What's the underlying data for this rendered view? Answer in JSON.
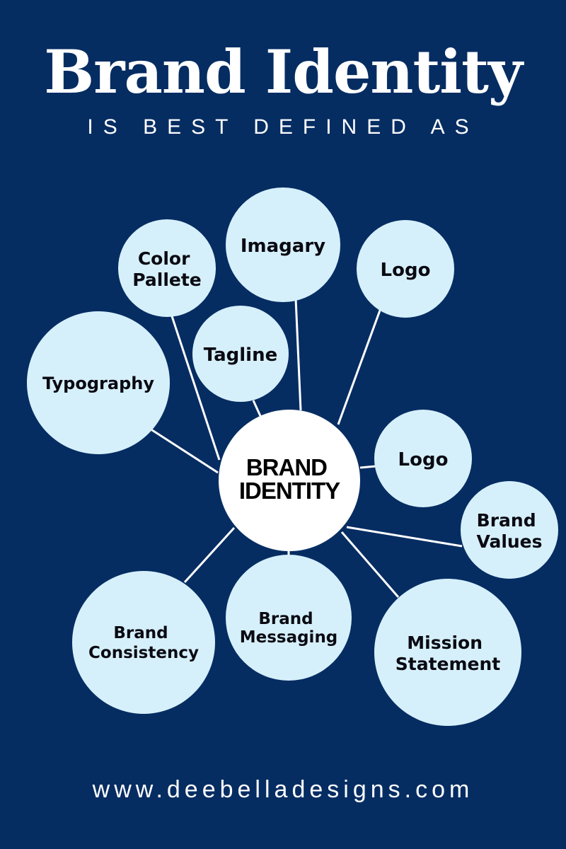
{
  "header": {
    "title": "Brand Identity",
    "subtitle": "IS BEST DEFINED AS"
  },
  "center": {
    "lines": [
      "BRAND",
      "IDENTITY"
    ]
  },
  "nodes": [
    {
      "id": "color-pallete",
      "lines": [
        "Color",
        "Pallete"
      ]
    },
    {
      "id": "imagary",
      "lines": [
        "Imagary"
      ]
    },
    {
      "id": "logo-top",
      "lines": [
        "Logo"
      ]
    },
    {
      "id": "typography",
      "lines": [
        "Typography"
      ]
    },
    {
      "id": "tagline",
      "lines": [
        "Tagline"
      ]
    },
    {
      "id": "logo-right",
      "lines": [
        "Logo"
      ]
    },
    {
      "id": "brand-values",
      "lines": [
        "Brand",
        "Values"
      ]
    },
    {
      "id": "brand-consistency",
      "lines": [
        "Brand",
        "Consistency"
      ]
    },
    {
      "id": "brand-messaging",
      "lines": [
        "Brand",
        "Messaging"
      ]
    },
    {
      "id": "mission-statement",
      "lines": [
        "Mission",
        "Statement"
      ]
    }
  ],
  "footer": {
    "url": "www.deebelladesigns.com"
  },
  "colors": {
    "background": "#062d62",
    "bubble": "#d6f0fb",
    "center": "#ffffff",
    "text": "#0a0a12"
  }
}
